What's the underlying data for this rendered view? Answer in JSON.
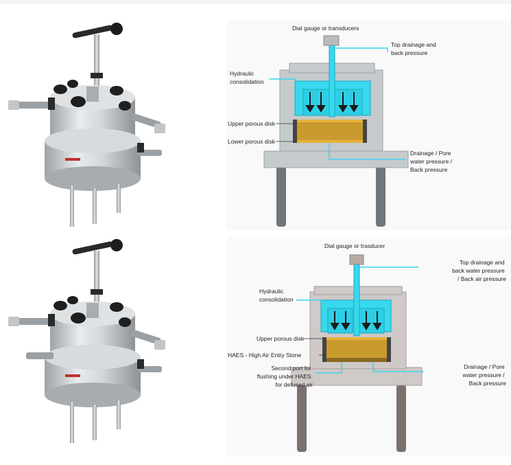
{
  "top_diagram": {
    "labels": {
      "dial": "Dial gauge or transducers",
      "top_drainage": "Top drainage and back pressure",
      "top_drainage_l1": "Top drainage and",
      "top_drainage_l2": "back pressure",
      "hydraulic_l1": "Hydraulic",
      "hydraulic_l2": "consolidation",
      "upper_porous": "Upper porous disk",
      "lower_porous": "Lower porous disk",
      "drainage_l1": "Drainage / Pore",
      "drainage_l2": "water pressure /",
      "drainage_l3": "Back pressure"
    }
  },
  "bottom_diagram": {
    "labels": {
      "dial": "Dial gauge or trasducer",
      "top_drainage_l1": "Top drainage and",
      "top_drainage_l2": "back water pressure",
      "top_drainage_l3": "/ Back air pressure",
      "hydraulic_l1": "Hydraulic",
      "hydraulic_l2": "consolidation",
      "upper_porous": "Upper porous disk",
      "haes": "HAES - High Air Entry Stone",
      "second_port_l1": "Second port for",
      "second_port_l2": "flushing under HAES",
      "second_port_l3": "for defused air",
      "drainage_l1": "Drainage / Pore",
      "drainage_l2": "water pressure /",
      "drainage_l3": "Back pressure"
    }
  },
  "colors": {
    "cyan": "#38d8ee",
    "cyan_dark": "#1aa8c0",
    "gold": "#c99a2e",
    "gold_light": "#e6b23a",
    "gray_body_top": "#c5cacc",
    "gray_body_bottom": "#cfc9c8",
    "leg_top": "#6e767c",
    "leg_bottom": "#7a716e"
  }
}
